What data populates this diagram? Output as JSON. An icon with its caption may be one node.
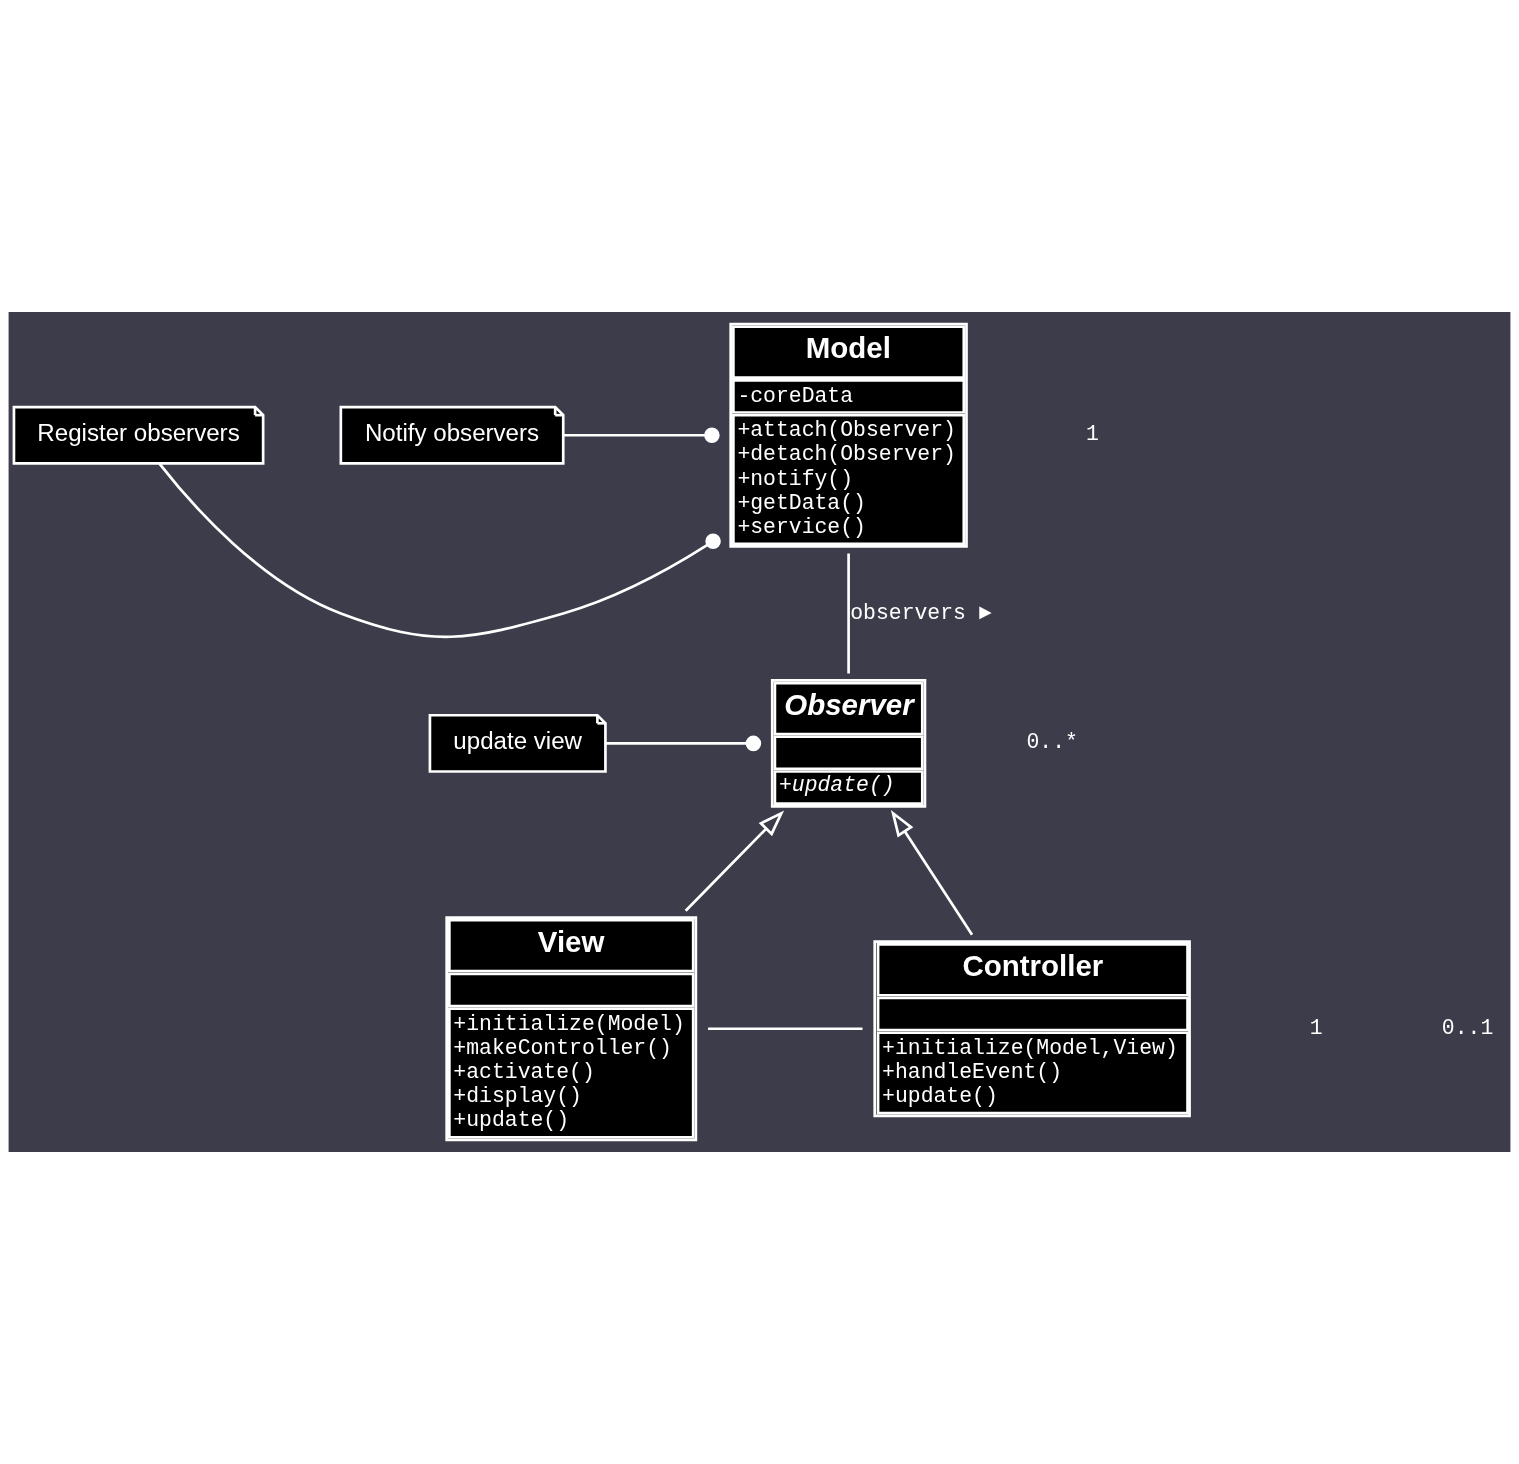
{
  "diagram": {
    "nodes": [
      {
        "text": [
          "Model",
          "-coreData",
          "+attach(Observer)",
          "+detach(Observer)",
          "+notify()",
          "+getData()",
          "+service()"
        ]
      },
      {
        "text": [
          "Register observers"
        ]
      },
      {
        "text": [
          "Notify observers"
        ]
      },
      {
        "text": [
          "Observer",
          "+update()"
        ]
      },
      {
        "text": [
          "update view"
        ]
      },
      {
        "text": [
          "View",
          "+initialize(Model)",
          "+makeController()",
          "+activate()",
          "+display()",
          "+update()"
        ]
      },
      {
        "text": [
          "Controller",
          "+initialize(Model,View)",
          "+handleEvent()",
          "+update()"
        ]
      }
    ],
    "edges": [
      {
        "from": 1,
        "to": 0,
        "arrow": "other"
      },
      {
        "from": 2,
        "to": 0,
        "arrow": "other"
      },
      {
        "from": 3,
        "to": 0,
        "arrow": "none",
        "label": "observers ►"
      },
      {
        "from": 4,
        "to": 3,
        "arrow": "other"
      },
      {
        "from": 5,
        "to": 3,
        "arrow": "to"
      },
      {
        "from": 6,
        "to": 3,
        "arrow": "to"
      },
      {
        "from": 5,
        "to": 6,
        "arrow": "none"
      }
    ],
    "labels": [
      "1",
      "0..*",
      "1",
      "0..1"
    ]
  }
}
